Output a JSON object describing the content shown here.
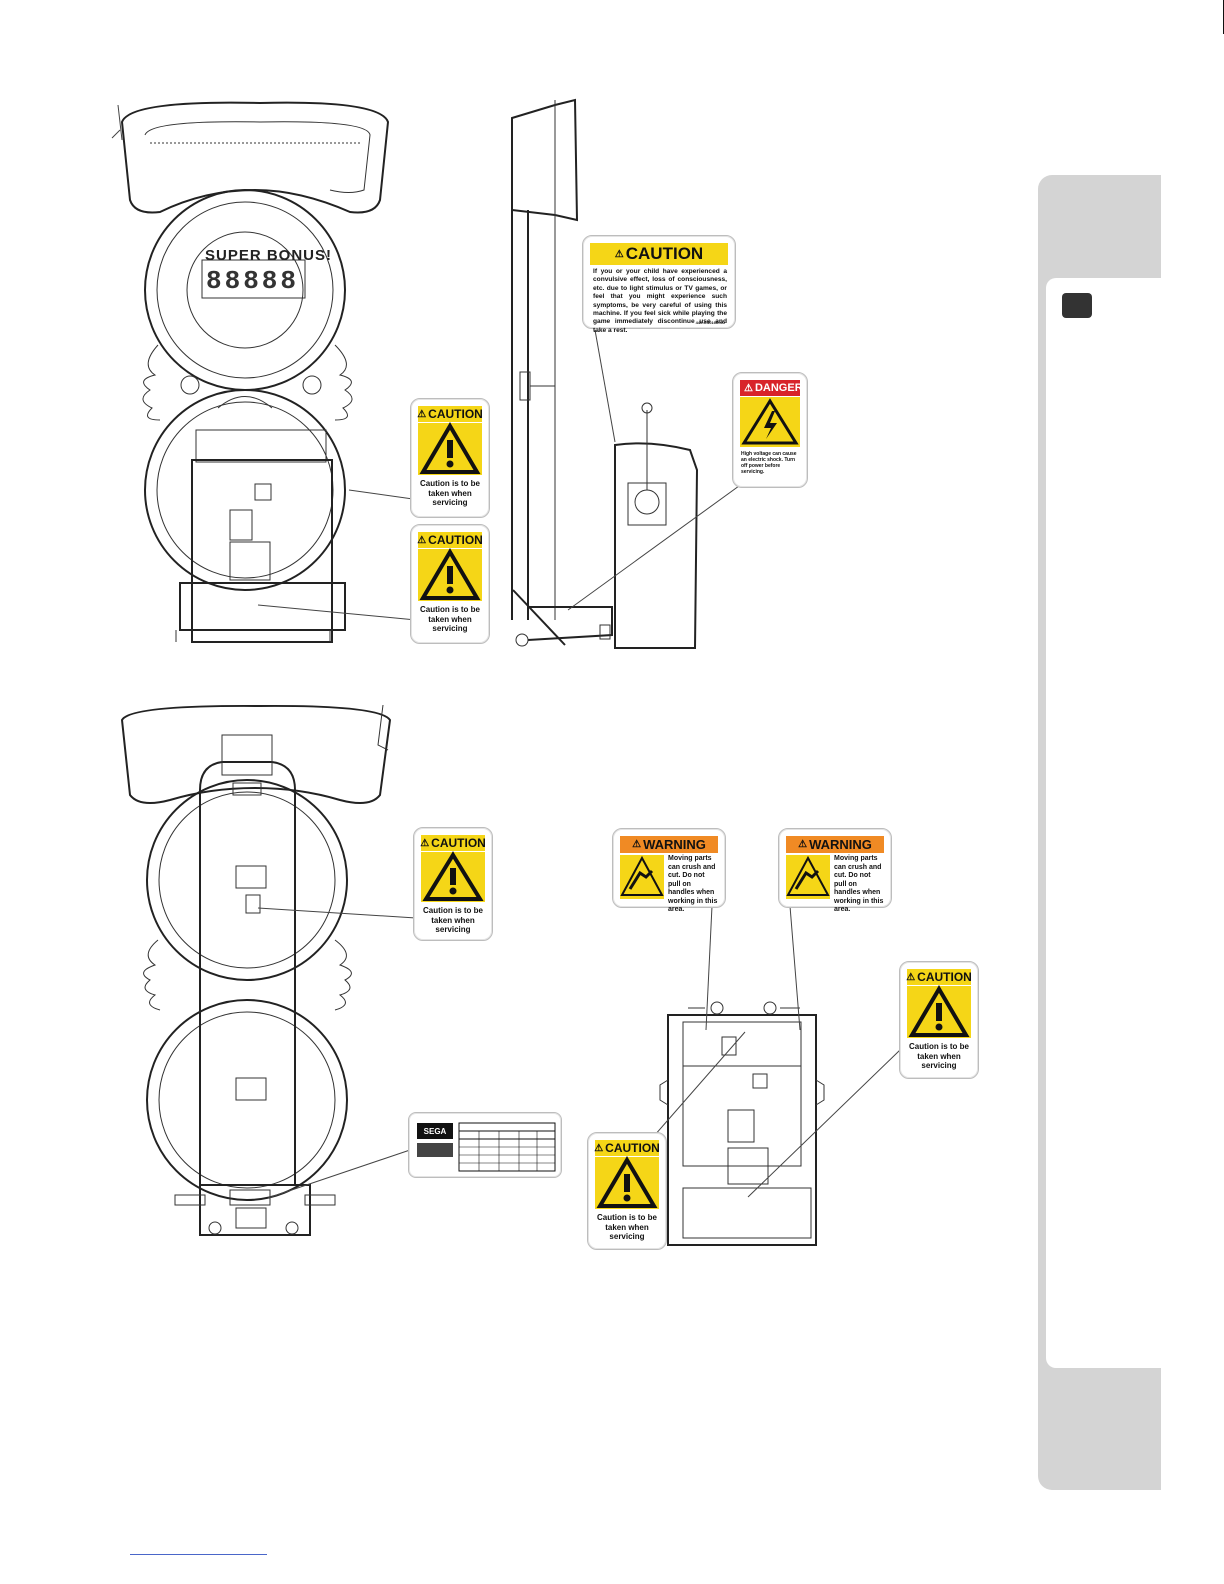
{
  "labels": {
    "caution_header": "CAUTION",
    "caution_text": "Caution is to be taken when servicing",
    "warning_header": "WARNING",
    "warning_text": "Moving parts can crush and cut. Do not pull on handles when working in this area.",
    "danger_header": "DANGER",
    "danger_text": "High voltage can cause an electric shock. Turn off power before servicing.",
    "big_caution_text": "If you or your child have experienced a convulsive effect, loss of consciousness, etc. due to light stimulus or TV games, or feel that you might experience such symptoms, be very careful of using this machine. If you feel sick while playing the game immediately discontinue use and take a rest.",
    "big_caution_code": "440-CS0166-XU",
    "display_text": "SUPER BONUS!",
    "display_digits": "88888",
    "plate_brand": "SEGA"
  },
  "colors": {
    "caution_yellow": "#f5d617",
    "warning_orange": "#f08a24",
    "danger_red": "#d8232a",
    "side_tab_gray": "#d4d4d4"
  },
  "icons": {
    "caution_triangle": "exclamation-triangle-icon",
    "shock": "lightning-icon",
    "crush": "hand-crush-icon"
  }
}
